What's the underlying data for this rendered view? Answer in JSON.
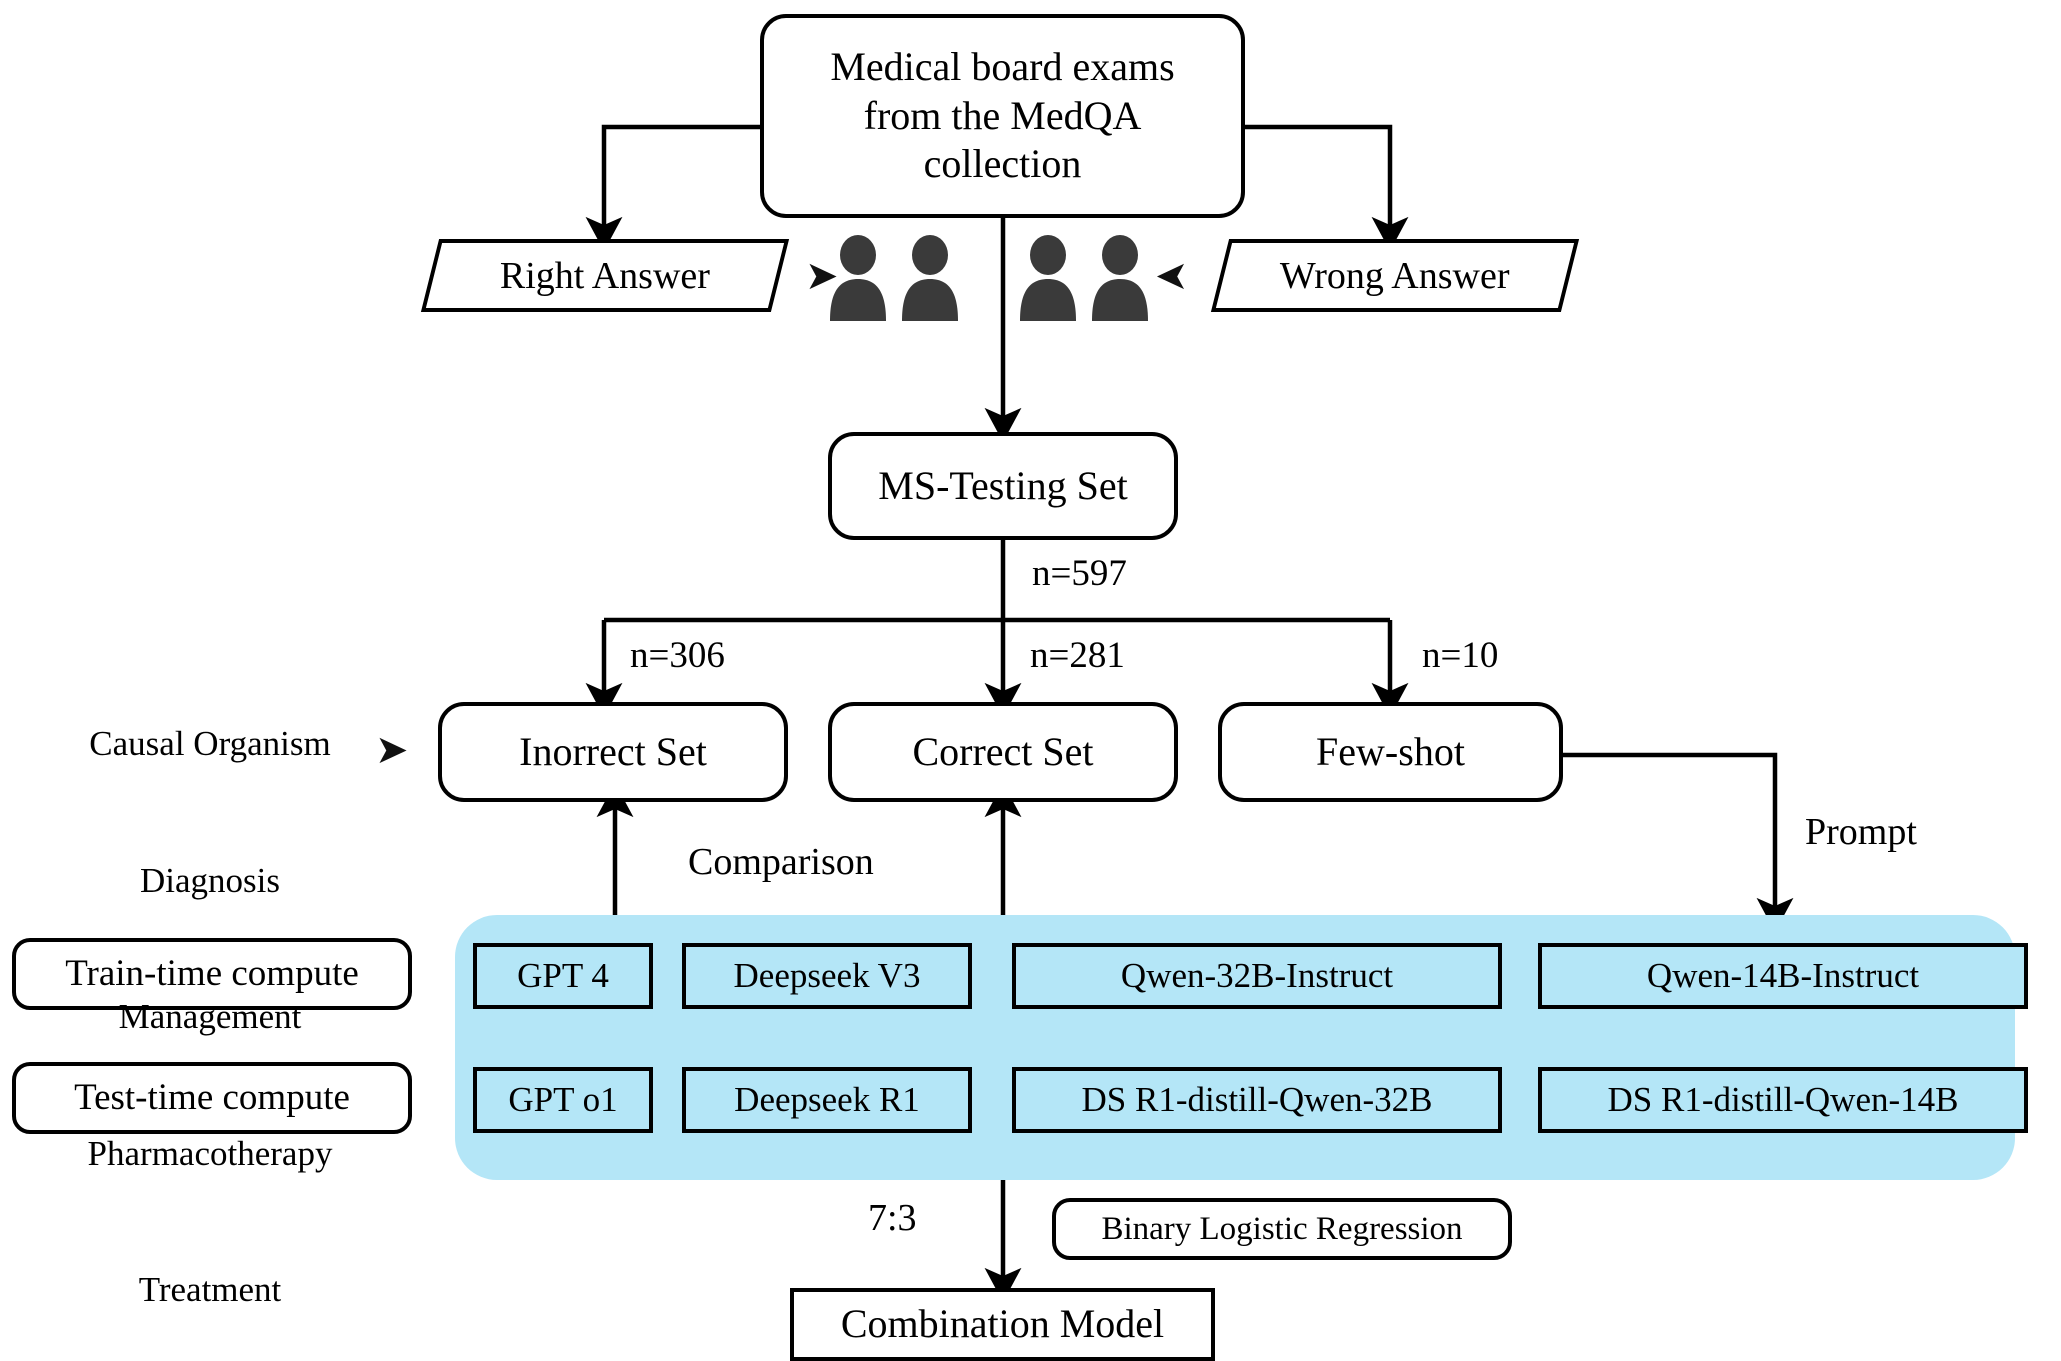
{
  "figure": {
    "type": "flowchart",
    "palette": {
      "panel_blue": "#b4e6f7",
      "box_fill": "#ffffff",
      "stroke": "#000000",
      "person_gray": "#3a3a3a"
    }
  },
  "nodes": {
    "source": {
      "label": "Medical board exams\nfrom the MedQA\ncollection"
    },
    "right_answer": {
      "label": "Right Answer"
    },
    "wrong_answer": {
      "label": "Wrong Answer"
    },
    "ms_testing": {
      "label": "MS-Testing Set"
    },
    "incorrect_set": {
      "label": "Inorrect Set"
    },
    "correct_set": {
      "label": "Correct Set"
    },
    "few_shot": {
      "label": "Few-shot"
    },
    "train_time": {
      "label": "Train-time compute"
    },
    "test_time": {
      "label": "Test-time compute"
    },
    "binary_logistic": {
      "label": "Binary Logistic Regression"
    },
    "combination_model": {
      "label": "Combination Model"
    }
  },
  "edge_labels": {
    "n_total": "n=597",
    "n_incorrect": "n=306",
    "n_correct": "n=281",
    "n_fewshot": "n=10",
    "prompt": "Prompt",
    "comparison": "Comparison",
    "split_ratio": "7:3"
  },
  "categories": {
    "items": [
      "Causal Organism",
      "Diagnosis",
      "Management",
      "Pharmacotherapy",
      "Treatment"
    ]
  },
  "models": {
    "train_time_row": [
      {
        "label": "GPT 4"
      },
      {
        "label": "Deepseek V3"
      },
      {
        "label": "Qwen-32B-Instruct"
      },
      {
        "label": "Qwen-14B-Instruct"
      }
    ],
    "test_time_row": [
      {
        "label": "GPT o1"
      },
      {
        "label": "Deepseek R1"
      },
      {
        "label": "DS R1-distill-Qwen-32B"
      },
      {
        "label": "DS R1-distill-Qwen-14B"
      }
    ]
  },
  "icons": {
    "people_group": "people-icon",
    "arrow_right_right_answer": "arrow-right-icon",
    "arrow_left_wrong_answer": "arrow-left-icon",
    "arrow_right_categories": "arrow-right-icon"
  }
}
